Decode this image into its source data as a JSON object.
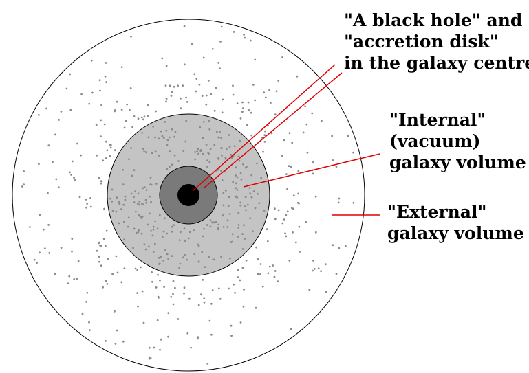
{
  "colors": {
    "background": "#ffffff",
    "outer_circle_stroke": "#000000",
    "internal_volume_fill": "#c4c4c4",
    "accretion_disk_fill": "#7a7a7a",
    "black_hole_fill": "#000000",
    "star_dots": "#8a8a8a",
    "pointer_lines": "#e00000",
    "label_text": "#000000"
  },
  "labels": {
    "black_hole": {
      "line1": "\"A black hole\" and",
      "line2": "\"accretion disk\"",
      "line3": "in the galaxy centre"
    },
    "internal": {
      "line1": "\"Internal\"",
      "line2": "(vacuum)",
      "line3": "galaxy volume"
    },
    "external": {
      "line1": "\"External\"",
      "line2": "galaxy volume"
    }
  }
}
